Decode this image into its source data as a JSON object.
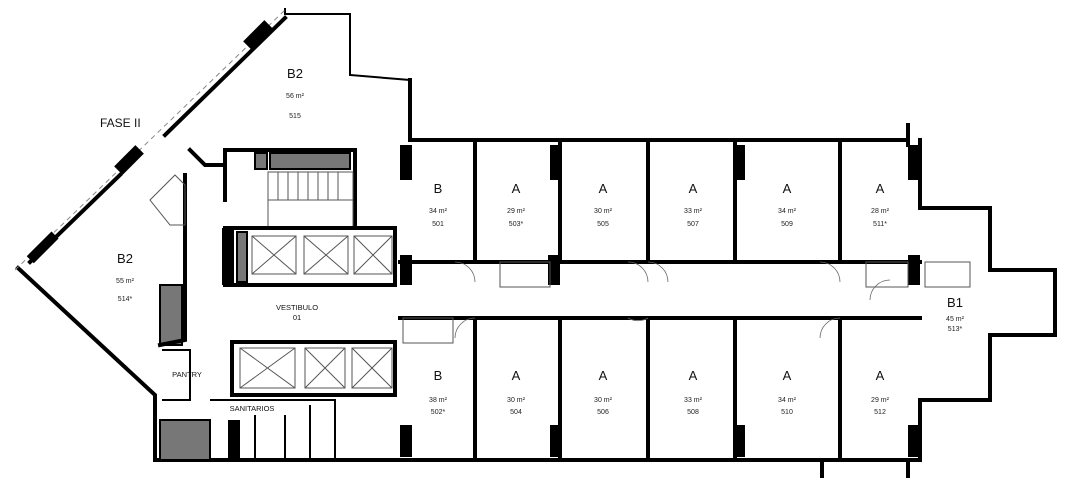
{
  "plan": {
    "phase_label": "FASE II",
    "vestibule": {
      "name": "VESTIBULO",
      "number": "01"
    },
    "pantry": "PANTRY",
    "restrooms": "SANITARIOS"
  },
  "units_top": [
    {
      "type": "B",
      "area": "34 m²",
      "number": "501"
    },
    {
      "type": "A",
      "area": "29 m²",
      "number": "503*"
    },
    {
      "type": "A",
      "area": "30 m²",
      "number": "505"
    },
    {
      "type": "A",
      "area": "33 m²",
      "number": "507"
    },
    {
      "type": "A",
      "area": "34 m²",
      "number": "509"
    },
    {
      "type": "A",
      "area": "28 m²",
      "number": "511*"
    }
  ],
  "units_bottom": [
    {
      "type": "B",
      "area": "38 m²",
      "number": "502*"
    },
    {
      "type": "A",
      "area": "30 m²",
      "number": "504"
    },
    {
      "type": "A",
      "area": "30 m²",
      "number": "506"
    },
    {
      "type": "A",
      "area": "33 m²",
      "number": "508"
    },
    {
      "type": "A",
      "area": "34 m²",
      "number": "510"
    },
    {
      "type": "A",
      "area": "29 m²",
      "number": "512"
    }
  ],
  "units_other": [
    {
      "type": "B2",
      "area": "56 m²",
      "number": "515"
    },
    {
      "type": "B2",
      "area": "55 m²",
      "number": "514*"
    },
    {
      "type": "B1",
      "area": "45 m²",
      "number": "513*"
    }
  ]
}
